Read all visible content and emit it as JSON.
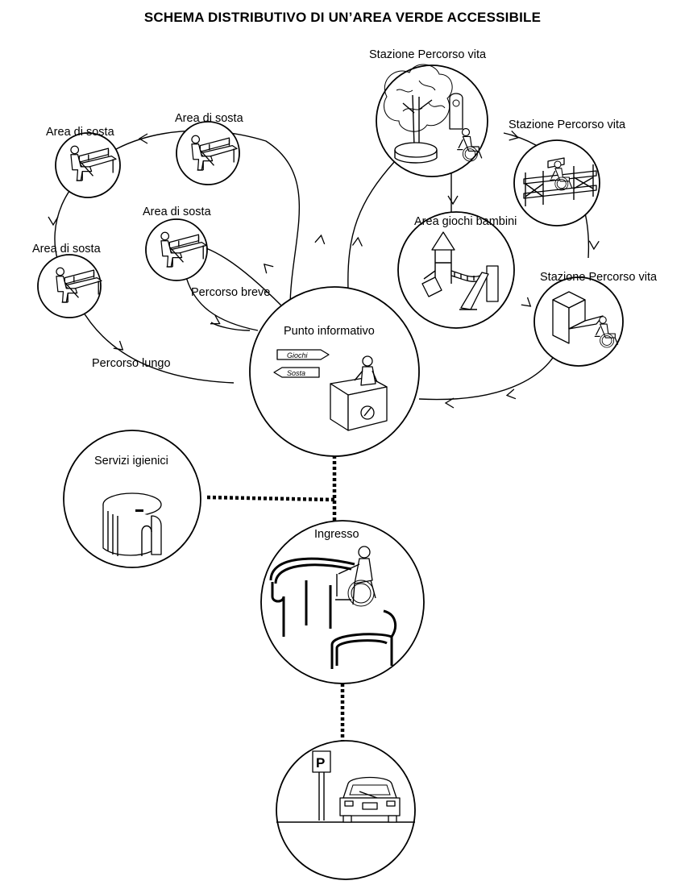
{
  "title": "SCHEMA DISTRIBUTIVO DI UN’AREA VERDE ACCESSIBILE",
  "nodes": {
    "rest_far_left": "Area di sosta",
    "rest_top": "Area di sosta",
    "rest_inner": "Area di sosta",
    "rest_left": "Area di sosta",
    "fitness_top": "Stazione Percorso vita",
    "fitness_right": "Stazione Percorso vita",
    "fitness_lower": "Stazione Percorso vita",
    "playground": "Area giochi bambini",
    "info_point": "Punto informativo",
    "toilets": "Servizi igienici",
    "entrance": "Ingresso",
    "parking_sign": "P"
  },
  "paths": {
    "short": "Percorso breve",
    "long": "Percorso lungo"
  },
  "signs": {
    "games": "Giochi",
    "rest": "Sosta"
  },
  "icons": [
    "bench-icon",
    "seated-person-icon",
    "tree-icon",
    "wheelchair-user-icon",
    "fence-icon",
    "playground-tower-icon",
    "slide-icon",
    "ramp-icon",
    "info-desk-icon",
    "toilet-cabin-icon",
    "entrance-rail-icon",
    "parking-sign-icon",
    "car-icon"
  ]
}
